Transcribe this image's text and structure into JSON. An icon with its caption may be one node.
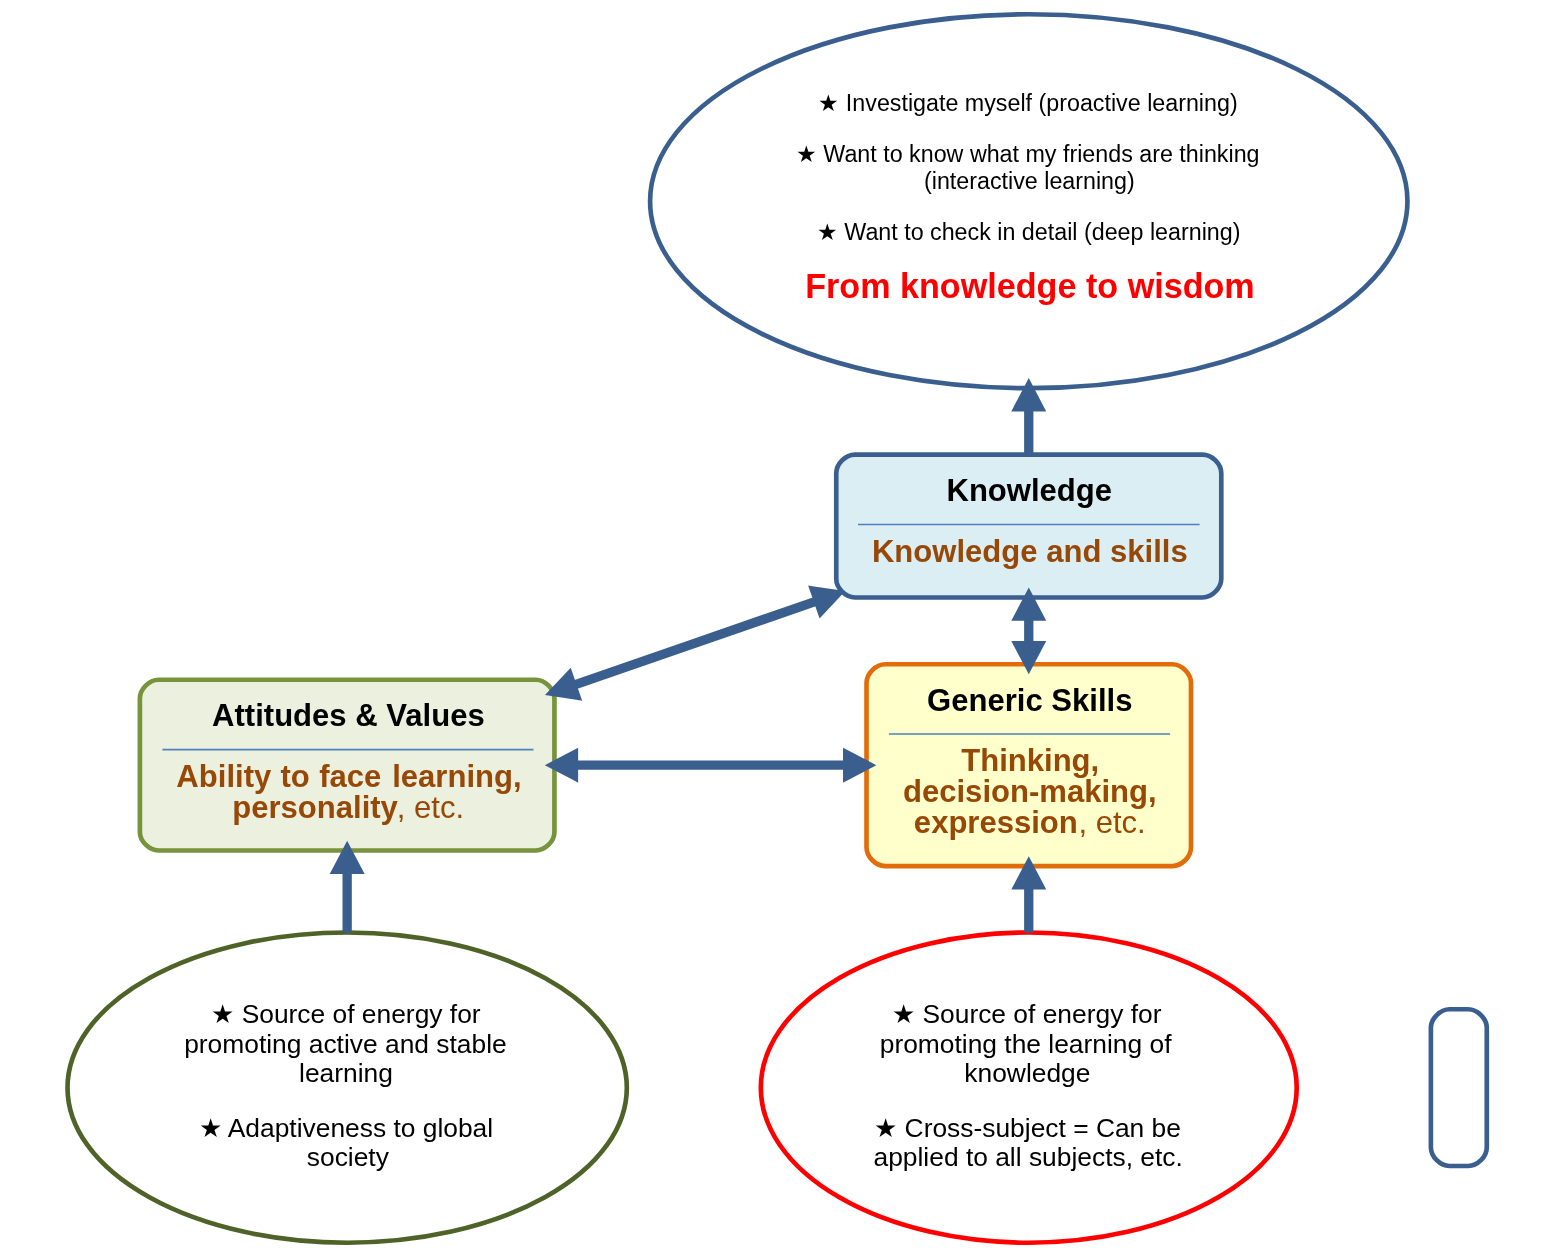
{
  "diagram": {
    "nodes": [
      {
        "text": [
          "★ Investigate myself (proactive learning)",
          "★ Want to know what my friends are thinking (interactive learning)",
          "★ Want to check in detail (deep learning)",
          "From knowledge to wisdom"
        ]
      },
      {
        "text": [
          "Knowledge",
          "Knowledge and skills"
        ]
      },
      {
        "text": [
          "Generic Skills",
          "**Thinking, decision-making, expression**, etc."
        ]
      },
      {
        "text": [
          "Attitudes & Values",
          "**Ability to face learning, personality**, etc."
        ]
      },
      {
        "text": [
          "★ Source of energy for promoting the learning of knowledge",
          "★ Cross-subject = Can be applied to all subjects, etc."
        ]
      },
      {
        "text": [
          "★ Source of energy for promoting active and stable learning",
          "★ Adaptiveness to global society"
        ]
      },
      {
        "text": [],
        "shape": "box"
      }
    ],
    "edges": [
      {
        "from": 1,
        "to": 0,
        "arrow": "to"
      },
      {
        "from": 2,
        "to": 1,
        "arrow": "both"
      },
      {
        "from": 1,
        "to": 3,
        "arrow": "both"
      },
      {
        "from": 2,
        "to": 3,
        "arrow": "both"
      },
      {
        "from": 4,
        "to": 2,
        "arrow": "to"
      },
      {
        "from": 5,
        "to": 3,
        "arrow": "to"
      }
    ]
  }
}
